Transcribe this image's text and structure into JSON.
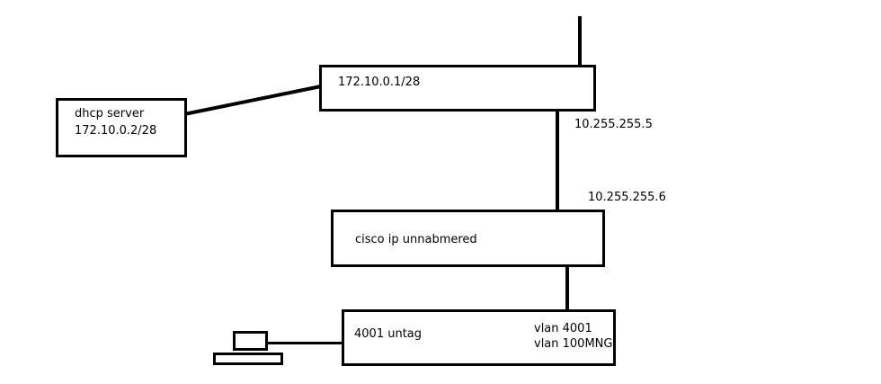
{
  "router": {
    "ip": "172.10.0.1/28"
  },
  "dhcp_server": {
    "name": "dhcp server",
    "ip": "172.10.0.2/28"
  },
  "links": {
    "router_side_ip": "10.255.255.5",
    "cisco_side_ip": "10.255.255.6"
  },
  "cisco": {
    "label": "cisco ip unnabmered"
  },
  "switch": {
    "port_label": "4001 untag",
    "vlan_1": "vlan 4001",
    "vlan_2": "vlan 100MNG"
  }
}
